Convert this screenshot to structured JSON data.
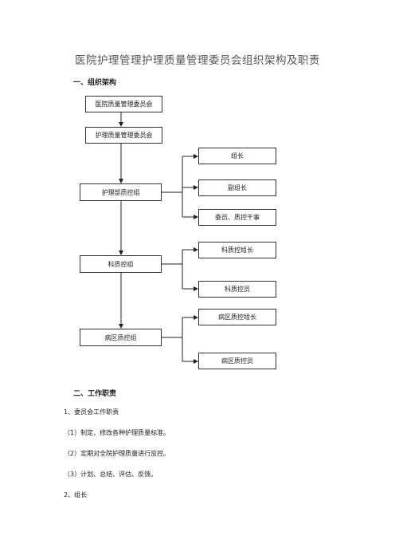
{
  "doc_title": "医院护理管理护理质量管理委员会组织架构及职责",
  "section1": "一、组织架构",
  "org": {
    "hospital_committee": "医院质量管理委员会",
    "nursing_committee": "护理质量管理委员会",
    "dept_group": "护理部质控组",
    "dept_leader": "组长",
    "dept_vice_leader": "副组长",
    "dept_members": "委员、质控干事",
    "ward_group": "科质控组",
    "ward_leader": "科质控组长",
    "ward_member": "科质控员",
    "area_group": "病区质控组",
    "area_leader": "病区质控组长",
    "area_member": "病区质控员"
  },
  "section2": "二、工作职责",
  "duties": {
    "sub1": "1、委员会工作职责",
    "item1": "（1）制定、修改各种护理质量标准。",
    "item2": "（2）定期对全院护理质量进行监控。",
    "item3": "（3）计划、总结、评估、反馈。",
    "sub2": "2、组长"
  }
}
